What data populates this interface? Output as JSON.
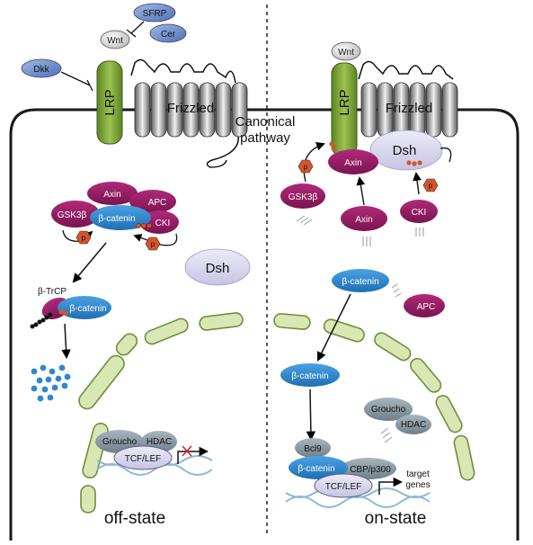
{
  "labels": {
    "canonical_line1": "Canonical",
    "canonical_line2": "pathway",
    "off_state": "off-state",
    "on_state": "on-state",
    "target_line1": "target",
    "target_line2": "genes"
  },
  "left": {
    "sfrp": "SFRP",
    "cer": "Cer",
    "wnt": "Wnt",
    "dkk": "Dkk",
    "lrp": "LRP",
    "frizzled": "Frizzled",
    "axin": "Axin",
    "apc": "APC",
    "gsk3b": "GSK3β",
    "bcatenin_complex": "β-catenin",
    "cki": "CKI",
    "p1": "p",
    "p2": "p",
    "dsh": "Dsh",
    "btrcp": "β-TrCP",
    "bcatenin_degrade": "β-catenin",
    "groucho": "Groucho",
    "hdac": "HDAC",
    "tcf": "TCF/LEF"
  },
  "right": {
    "wnt": "Wnt",
    "lrp": "LRP",
    "frizzled": "Frizzled",
    "dsh": "Dsh",
    "axin_membrane": "Axin",
    "p_lrp": "p",
    "gsk3b": "GSK3β",
    "axin_free": "Axin",
    "cki": "CKI",
    "p_cki": "p",
    "bcatenin_cyto": "β-catenin",
    "apc": "APC",
    "bcatenin_nuc": "β-catenin",
    "groucho": "Groucho",
    "hdac": "HDAC",
    "bcl9": "Bcl9",
    "bcatenin_dna": "β-catenin",
    "cbp": "CBP/p300",
    "tcf": "TCF/LEF"
  },
  "colors": {
    "magenta": "#8e1a5c",
    "blue": "#2f87cf",
    "lavender": "#d9d7ef",
    "lrp_green": "#7ea43a",
    "nucleus_green": "#d8e7b4",
    "grey_protein": "#8a99a3",
    "phospho_orange": "#d2562b",
    "dna_blue": "#8fb7d6"
  }
}
